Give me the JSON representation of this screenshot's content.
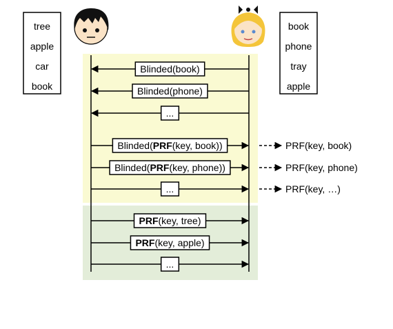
{
  "left_list": [
    "tree",
    "apple",
    "car",
    "book"
  ],
  "right_list": [
    "book",
    "phone",
    "tray",
    "apple"
  ],
  "messages": [
    {
      "parts": [
        {
          "text": "Blinded(book)",
          "bold": false
        }
      ],
      "direction": "left"
    },
    {
      "parts": [
        {
          "text": "Blinded(phone)",
          "bold": false
        }
      ],
      "direction": "left"
    },
    {
      "parts": [
        {
          "text": "...",
          "bold": false
        }
      ],
      "direction": "left"
    },
    {
      "parts": [
        {
          "text": "Blinded(",
          "bold": false
        },
        {
          "text": "PRF",
          "bold": true
        },
        {
          "text": "(key, book))",
          "bold": false
        }
      ],
      "direction": "right"
    },
    {
      "parts": [
        {
          "text": "Blinded(",
          "bold": false
        },
        {
          "text": "PRF",
          "bold": true
        },
        {
          "text": "(key, phone))",
          "bold": false
        }
      ],
      "direction": "right"
    },
    {
      "parts": [
        {
          "text": "...",
          "bold": false
        }
      ],
      "direction": "right"
    },
    {
      "parts": [
        {
          "text": "PRF",
          "bold": true
        },
        {
          "text": "(key, tree)",
          "bold": false
        }
      ],
      "direction": "right"
    },
    {
      "parts": [
        {
          "text": "PRF",
          "bold": true
        },
        {
          "text": "(key, apple)",
          "bold": false
        }
      ],
      "direction": "right"
    },
    {
      "parts": [
        {
          "text": "...",
          "bold": false
        }
      ],
      "direction": "right"
    }
  ],
  "results": [
    "PRF(key, book)",
    "PRF(key, phone)",
    "PRF(key, …)"
  ],
  "colors": {
    "phase1_bg": "#fafad2",
    "phase2_bg": "#e3edd9",
    "line": "#000000",
    "skin": "#fbe3c6",
    "hair_boy": "#111111",
    "hair_girl": "#f4c53a",
    "bow": "#111111"
  }
}
